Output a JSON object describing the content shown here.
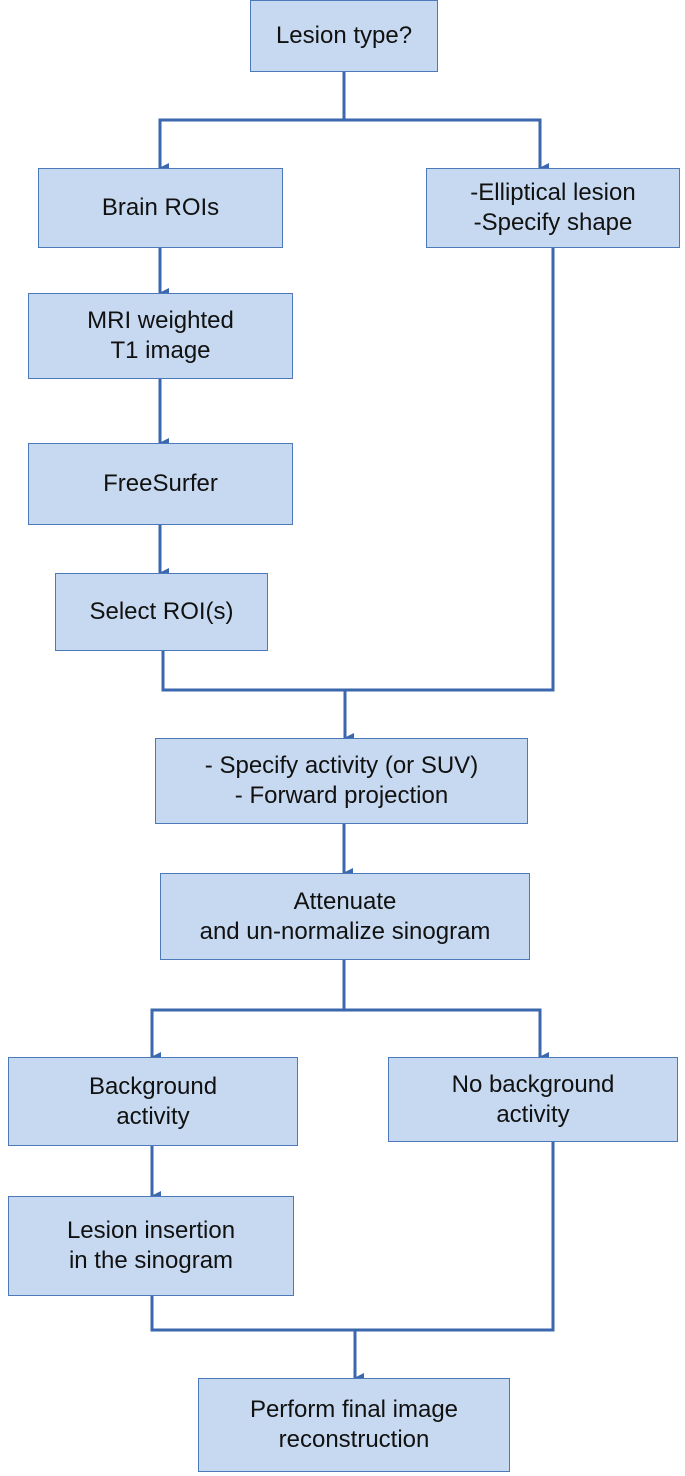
{
  "colors": {
    "box_fill": "#c6d9f0",
    "box_border": "#4b79b9",
    "connector": "#3a67ad"
  },
  "nodes": {
    "lesion_type": {
      "lines": [
        "Lesion type?"
      ]
    },
    "brain_rois": {
      "lines": [
        "Brain ROIs"
      ]
    },
    "elliptical": {
      "lines": [
        "-Elliptical lesion",
        "-Specify shape"
      ]
    },
    "mri_t1": {
      "lines": [
        "MRI weighted",
        "T1 image"
      ]
    },
    "freesurfer": {
      "lines": [
        "FreeSurfer"
      ]
    },
    "select_rois": {
      "lines": [
        "Select ROI(s)"
      ]
    },
    "specify_activity": {
      "lines": [
        "- Specify activity (or SUV)",
        "- Forward projection"
      ]
    },
    "attenuate": {
      "lines": [
        "Attenuate",
        "and un-normalize sinogram"
      ]
    },
    "background": {
      "lines": [
        "Background",
        "activity"
      ]
    },
    "no_background": {
      "lines": [
        "No background",
        "activity"
      ]
    },
    "lesion_insertion": {
      "lines": [
        "Lesion insertion",
        "in the sinogram"
      ]
    },
    "final_recon": {
      "lines": [
        "Perform final image",
        "reconstruction"
      ]
    }
  }
}
